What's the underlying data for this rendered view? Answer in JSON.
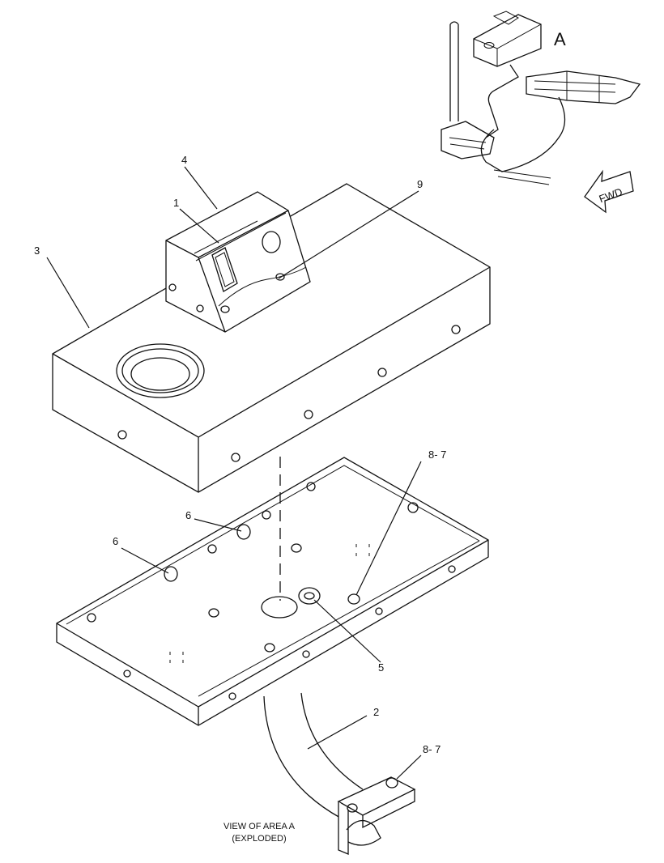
{
  "callouts": {
    "c1": "1",
    "c2": "2",
    "c3": "3",
    "c4": "4",
    "c5": "5",
    "c6a": "6",
    "c6b": "6",
    "c9": "9",
    "c87a": "8- 7",
    "c87b": "8- 7"
  },
  "detail_label": "A",
  "fwd_label": "FWD",
  "caption": {
    "line1": "VIEW OF AREA A",
    "line2": "(EXPLODED)"
  }
}
